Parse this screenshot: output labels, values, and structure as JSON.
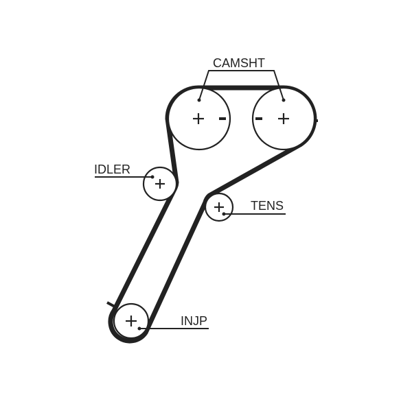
{
  "labels": {
    "camshaft": "CAMSHT",
    "idler": "IDLER",
    "tensioner": "TENS",
    "injection_pump": "INJP"
  },
  "colors": {
    "ink": "#222222",
    "background": "#ffffff"
  }
}
